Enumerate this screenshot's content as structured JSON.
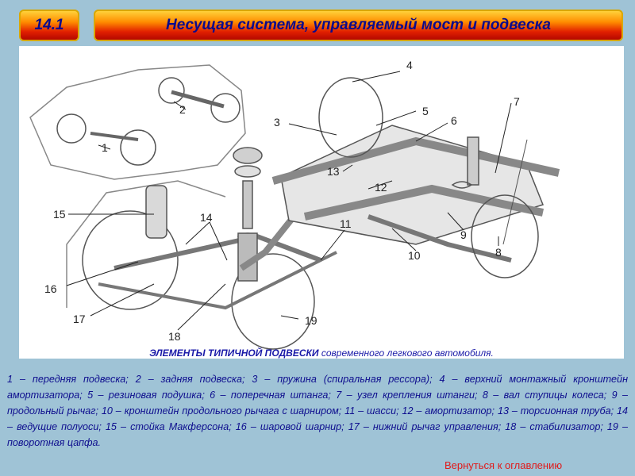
{
  "header": {
    "section_number": "14.1",
    "title": "Несущая система, управляемый мост и подвеска"
  },
  "figure": {
    "callouts": [
      "1",
      "2",
      "3",
      "4",
      "5",
      "6",
      "7",
      "8",
      "9",
      "10",
      "11",
      "12",
      "13",
      "14",
      "15",
      "16",
      "17",
      "18",
      "19"
    ],
    "caption_bold": "ЭЛЕМЕНТЫ ТИПИЧНОЙ ПОДВЕСКИ",
    "caption_rest": " современного легкового автомобиля."
  },
  "legend_text": "1 – передняя подвеска; 2 – задняя подвеска; 3 – пружина (спиральная рессора); 4 – верхний монтажный кронштейн амортизатора; 5 – резиновая подушка; 6 – поперечная штанга; 7 – узел крепления штанги; 8 – вал ступицы колеса; 9 – продольный рычаг; 10 – кронштейн продольного рычага с шарниром; 11 – шасси; 12 – амортизатор; 13 – торсионная труба; 14 – ведущие полуоси; 15 – стойка Макферсона; 16 – шаровой шарнир; 17 – нижний рычаг управления; 18 – стабилизатор; 19 – поворотная цапфа.",
  "back_link": "Вернуться к оглавлению"
}
